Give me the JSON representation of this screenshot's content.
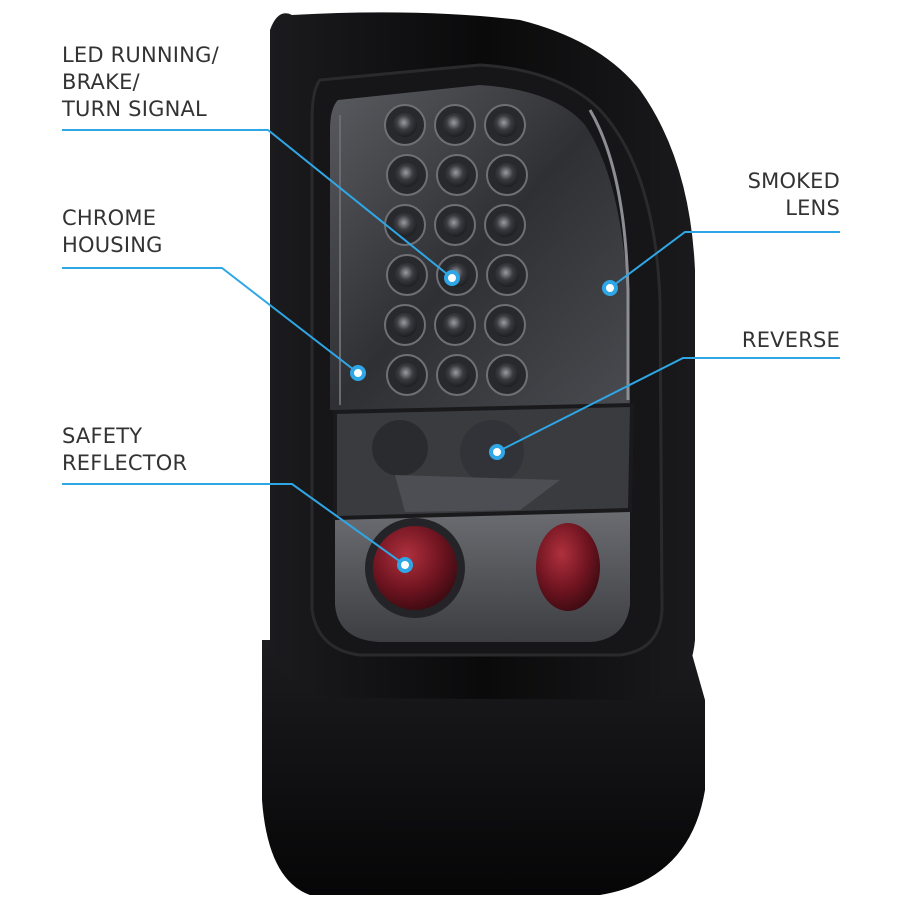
{
  "callouts": [
    {
      "id": "led",
      "lines": [
        "LED RUNNING/",
        "BRAKE/",
        "TURN SIGNAL"
      ]
    },
    {
      "id": "chrome",
      "lines": [
        "CHROME",
        "HOUSING"
      ]
    },
    {
      "id": "safety",
      "lines": [
        "SAFETY",
        "REFLECTOR"
      ]
    },
    {
      "id": "smoked",
      "lines": [
        "SMOKED",
        "LENS"
      ]
    },
    {
      "id": "reverse",
      "lines": [
        "REVERSE"
      ]
    }
  ],
  "colors": {
    "callout_line": "#2fa7e6",
    "label_text": "#333333",
    "housing": "#0d0d0f",
    "smoked_lens": "#3c3d42",
    "reflector": "#7a1a24"
  }
}
